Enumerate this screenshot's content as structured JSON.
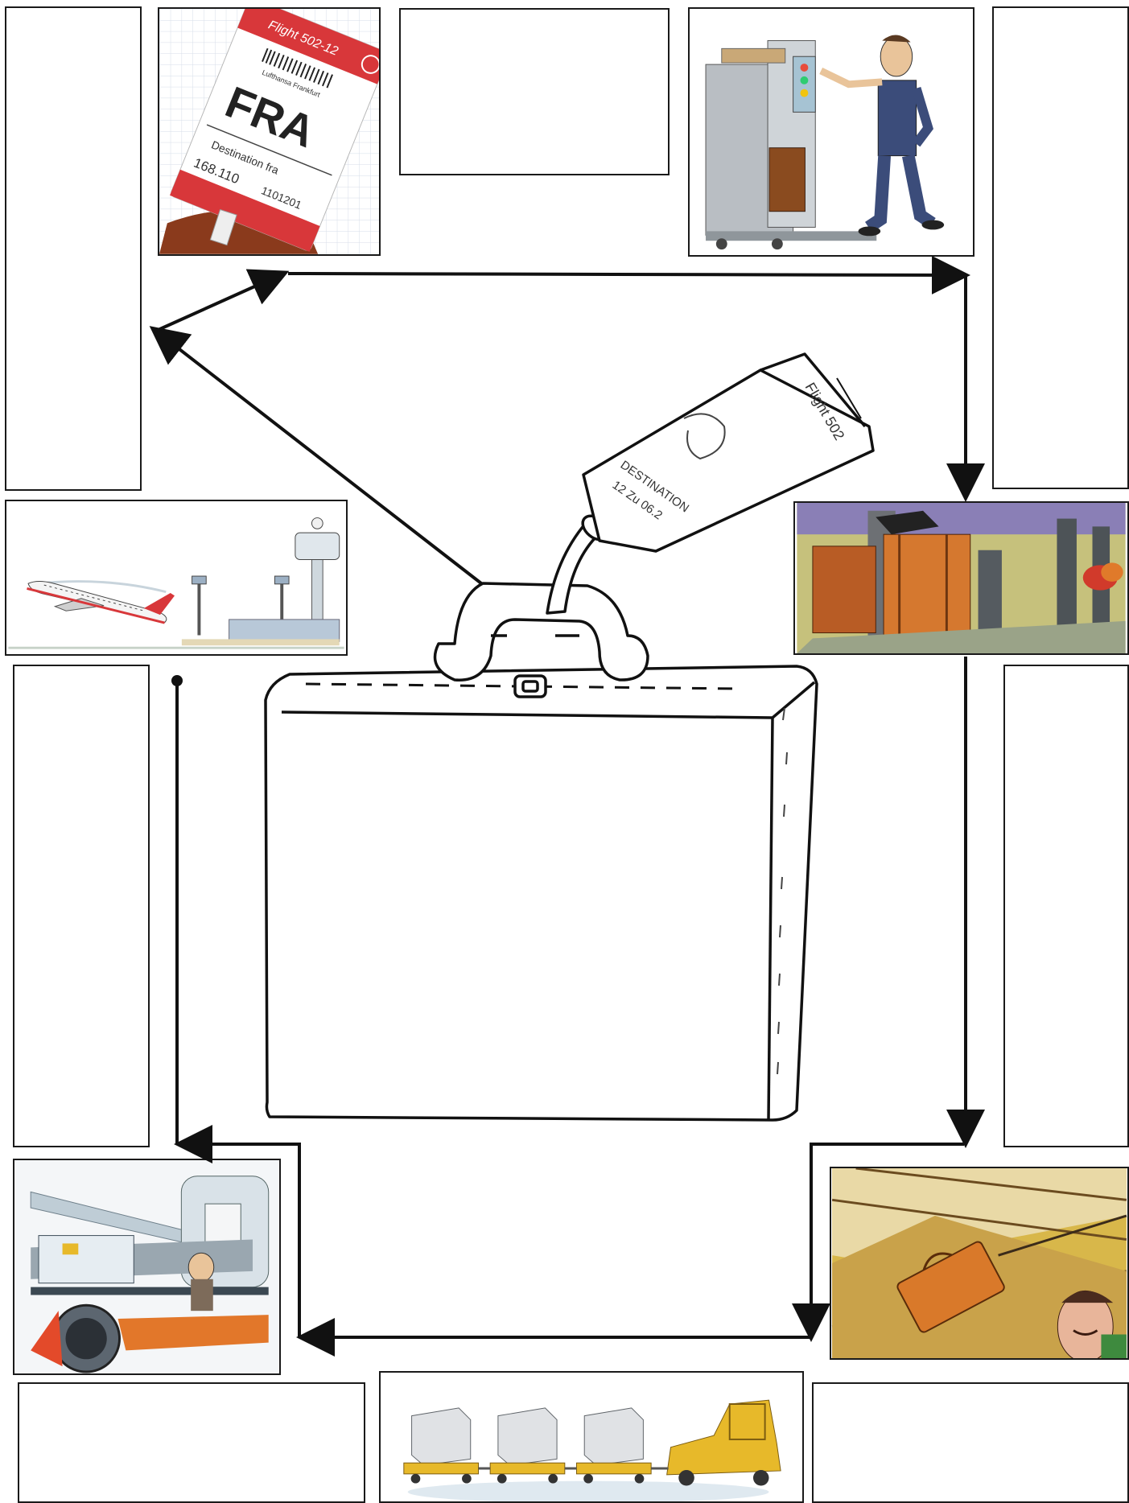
{
  "worksheet": {
    "title": "Baggage journey worksheet",
    "blank_boxes": [
      "write-in-1",
      "write-in-2",
      "write-in-3",
      "write-in-4",
      "write-in-5",
      "write-in-6",
      "write-in-7",
      "write-in-8"
    ],
    "luggage_tag": {
      "flight": "Flight 502-12",
      "code": "FRA",
      "small": "Lufthansa Frankfurt",
      "destination": "Destination fra",
      "numbers_left": "168.110",
      "numbers_right": "1101201"
    },
    "sketch_tag": {
      "flight": "Flight 502",
      "line1": "DESTINATION",
      "line2": "12 Zu 06.2"
    },
    "colors": {
      "outline": "#1a1a1a",
      "tag_red": "#d8373a",
      "suitcase_orange": "#d97a2a",
      "cart_yellow": "#e7b92a",
      "sky": "#eaf2f7"
    },
    "icons": [
      "luggage-tag-icon",
      "check-in-machine-icon",
      "conveyor-belt-icon",
      "sorting-chute-icon",
      "baggage-cart-train-icon",
      "aircraft-loading-icon",
      "airplane-takeoff-icon",
      "suitcase-drawing-icon"
    ]
  }
}
